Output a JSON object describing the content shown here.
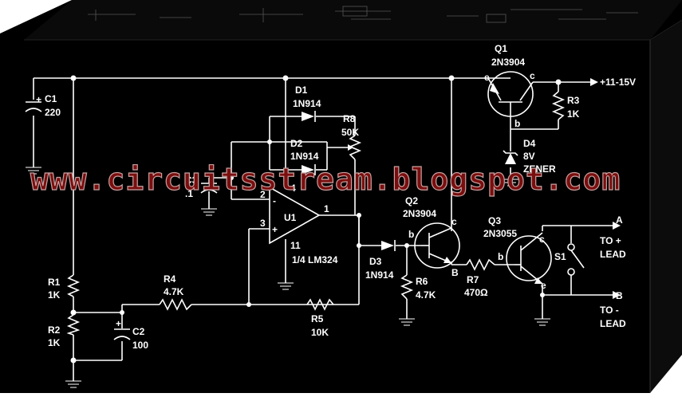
{
  "watermark": "www.circuitsstream.blogspot.com",
  "components": {
    "c1": {
      "ref": "C1",
      "value": "220"
    },
    "c2": {
      "ref": "C2",
      "value": "100"
    },
    "c3": {
      "ref": "C3",
      "value": ".1"
    },
    "r1": {
      "ref": "R1",
      "value": "1K"
    },
    "r2": {
      "ref": "R2",
      "value": "1K"
    },
    "r3": {
      "ref": "R3",
      "value": "1K"
    },
    "r4": {
      "ref": "R4",
      "value": "4.7K"
    },
    "r5": {
      "ref": "R5",
      "value": "10K"
    },
    "r6": {
      "ref": "R6",
      "value": "4.7K"
    },
    "r7": {
      "ref": "R7",
      "value": "470Ω"
    },
    "r8": {
      "ref": "R8",
      "value": "50K"
    },
    "d1": {
      "ref": "D1",
      "value": "1N914"
    },
    "d2": {
      "ref": "D2",
      "value": "1N914"
    },
    "d3": {
      "ref": "D3",
      "value": "1N914"
    },
    "d4": {
      "ref": "D4",
      "value": "8V",
      "type": "ZENER"
    },
    "q1": {
      "ref": "Q1",
      "value": "2N3904"
    },
    "q2": {
      "ref": "Q2",
      "value": "2N3904"
    },
    "q3": {
      "ref": "Q3",
      "value": "2N3055"
    },
    "u1": {
      "ref": "U1",
      "value": "1/4 LM324"
    },
    "s1": {
      "ref": "S1"
    }
  },
  "pins": {
    "p2": "2",
    "p3": "3",
    "p4": "4",
    "p1": "1",
    "p11": "11",
    "e": "e",
    "c": "c",
    "b": "b",
    "minus": "-",
    "plus": "+",
    "b2": "B"
  },
  "terminals": {
    "supply": "+11-15V",
    "a": "A",
    "a_label_1": "TO +",
    "a_label_2": "LEAD",
    "b": "B",
    "b_label_1": "TO -",
    "b_label_2": "LEAD"
  }
}
